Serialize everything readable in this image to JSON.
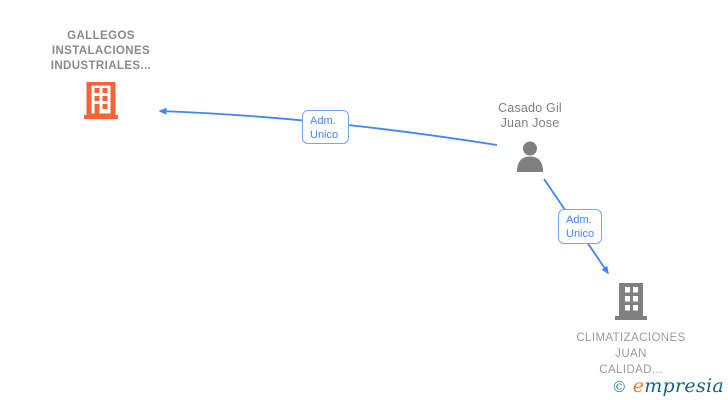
{
  "diagram": {
    "nodes": {
      "company1": {
        "lines": [
          "GALLEGOS",
          "INSTALACIONES",
          "INDUSTRIALES..."
        ],
        "icon": "building-icon",
        "icon_color": "#f96232"
      },
      "person": {
        "lines": [
          "Casado Gil",
          "Juan Jose"
        ],
        "icon": "person-icon",
        "icon_color": "#808080"
      },
      "company2": {
        "lines": [
          "CLIMATIZACIONES",
          "JUAN",
          "CALIDAD..."
        ],
        "icon": "building-icon",
        "icon_color": "#808080"
      }
    },
    "edges": [
      {
        "from": "person",
        "to": "company1",
        "label_lines": [
          "Adm.",
          "Unico"
        ]
      },
      {
        "from": "person",
        "to": "company2",
        "label_lines": [
          "Adm.",
          "Unico"
        ]
      }
    ],
    "edge_color": "#4285f4"
  },
  "watermark": {
    "copyright_symbol": "©",
    "brand_initial": "e",
    "brand_rest": "mpresia"
  },
  "colors": {
    "edge_blue": "#4285f4",
    "edge_box_border": "#74a7f0",
    "company1_orange": "#f96232",
    "node_gray": "#808080",
    "company1_text": "#8a8a8a",
    "company2_text": "#9b9b9b",
    "person_text": "#7f7f7f",
    "watermark_teal": "#14647d",
    "watermark_orange": "#f07d1a"
  }
}
